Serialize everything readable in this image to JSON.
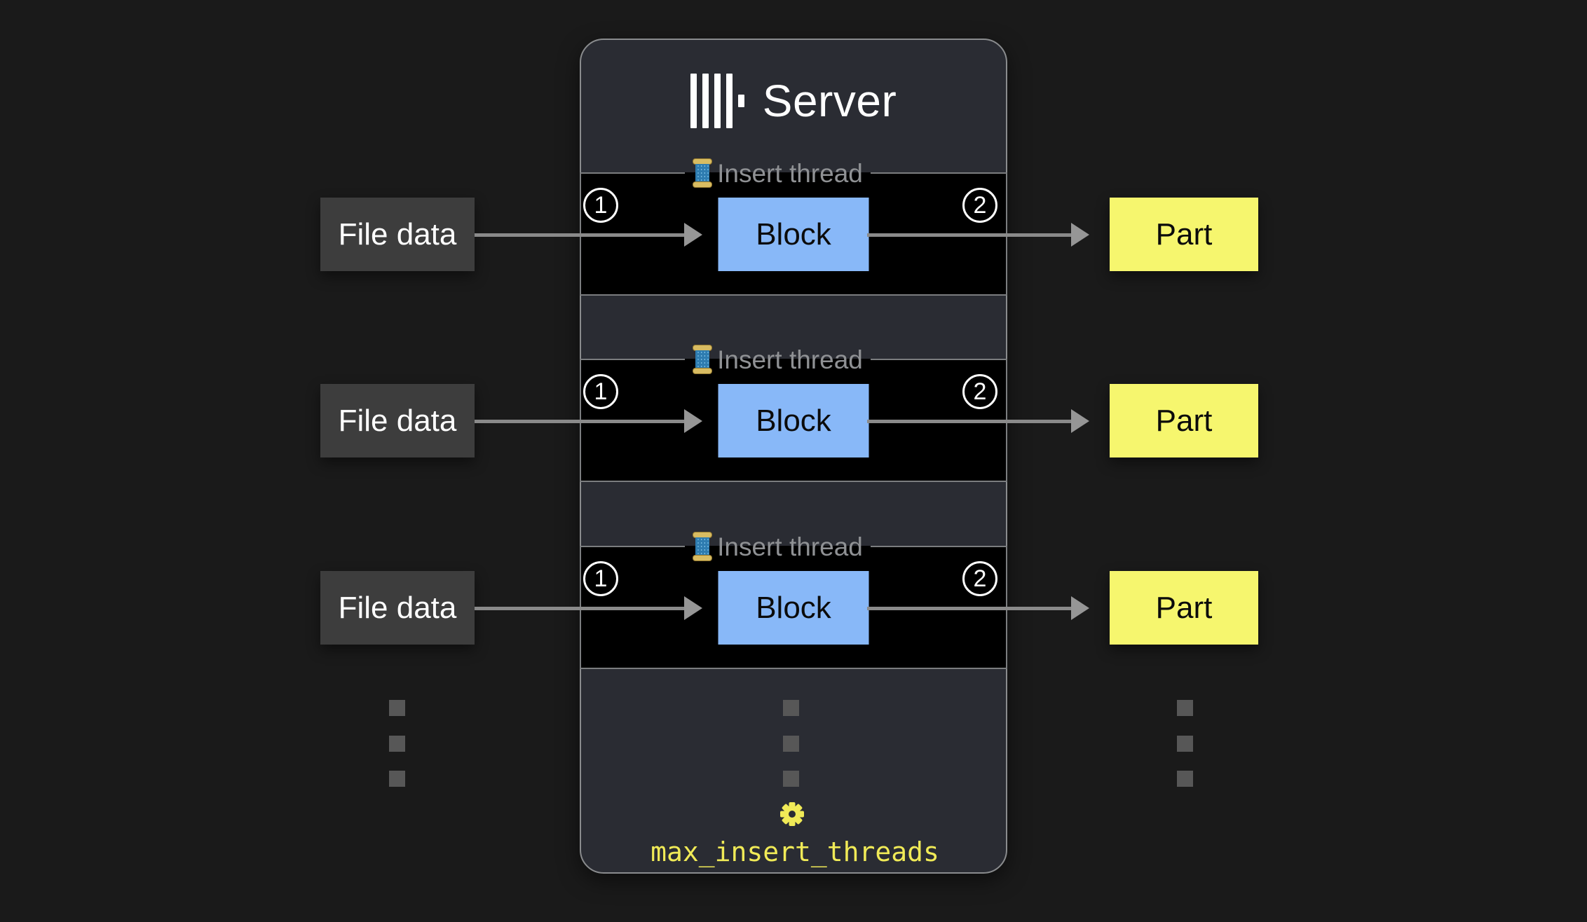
{
  "server": {
    "title": "Server",
    "logo": "clickhouse-bars-logo",
    "config_label": "max_insert_threads",
    "config_icon": "gear-icon"
  },
  "threads": [
    {
      "legend": "Insert thread",
      "legend_icon": "thread-spool-icon",
      "input": "File data",
      "block": "Block",
      "output": "Part",
      "step_in": "1",
      "step_out": "2"
    },
    {
      "legend": "Insert thread",
      "legend_icon": "thread-spool-icon",
      "input": "File data",
      "block": "Block",
      "output": "Part",
      "step_in": "1",
      "step_out": "2"
    },
    {
      "legend": "Insert thread",
      "legend_icon": "thread-spool-icon",
      "input": "File data",
      "block": "Block",
      "output": "Part",
      "step_in": "1",
      "step_out": "2"
    }
  ],
  "ellipsis": {
    "columns": [
      "file-data",
      "block",
      "part"
    ],
    "dots_per_column": 3
  },
  "colors": {
    "page_bg": "#1a1a1a",
    "server_bg": "#2a2c33",
    "server_border": "#8a8c8e",
    "strip_bg": "#000000",
    "strip_border": "#7b7d7f",
    "block_fill": "#88b8f8",
    "part_fill": "#f6f66e",
    "file_fill": "#3d3d3d",
    "arrow": "#8a8a8a",
    "legend_text": "#8f9194",
    "accent_yellow": "#f0ea57",
    "dot_gray": "#575757",
    "text_light": "#ffffff",
    "text_dark": "#0b0b0b"
  }
}
